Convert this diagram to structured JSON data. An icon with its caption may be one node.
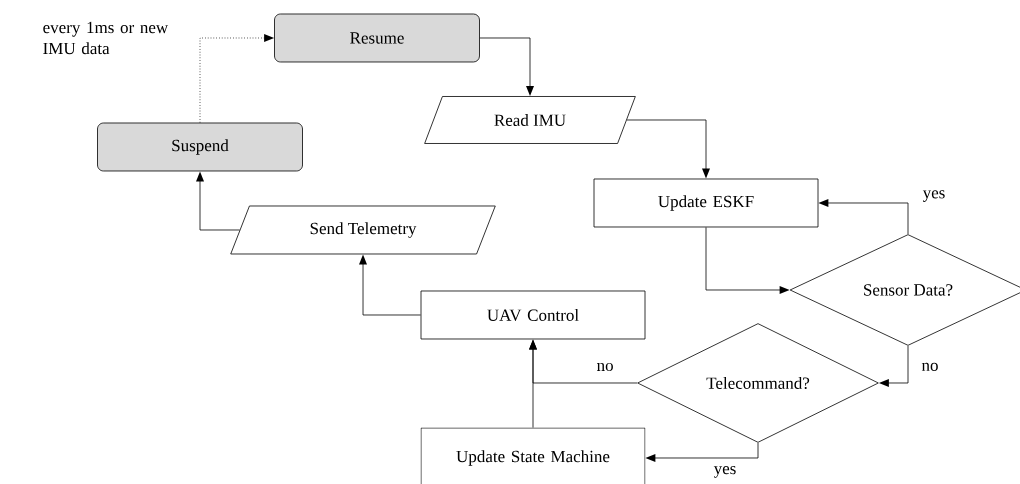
{
  "diagram": {
    "nodes": [
      {
        "text": [
          "Resume"
        ]
      },
      {
        "text": [
          "Read IMU"
        ]
      },
      {
        "text": [
          "Suspend"
        ]
      },
      {
        "text": [
          "Send Telemetry"
        ]
      },
      {
        "text": [
          "Update ESKF"
        ]
      },
      {
        "text": [
          "Sensor Data?"
        ]
      },
      {
        "text": [
          "UAV Control"
        ]
      },
      {
        "text": [
          "Telecommand?"
        ]
      },
      {
        "text": [
          "Update State Machine"
        ]
      }
    ],
    "edges": [
      {
        "from": 2,
        "to": 0,
        "arrow": "to",
        "style": "dashed",
        "label": "every 1ms or new IMU data"
      },
      {
        "from": 0,
        "to": 1,
        "arrow": "to"
      },
      {
        "from": 1,
        "to": 4,
        "arrow": "to"
      },
      {
        "from": 4,
        "to": 5,
        "arrow": "to"
      },
      {
        "from": 5,
        "to": 4,
        "arrow": "to",
        "label": "yes"
      },
      {
        "from": 5,
        "to": 7,
        "arrow": "to",
        "label": "no"
      },
      {
        "from": 7,
        "to": 8,
        "arrow": "to",
        "label": "yes"
      },
      {
        "from": 7,
        "to": 6,
        "arrow": "to",
        "label": "no"
      },
      {
        "from": 8,
        "to": 6,
        "arrow": "to"
      },
      {
        "from": 6,
        "to": 3,
        "arrow": "to"
      },
      {
        "from": 3,
        "to": 2,
        "arrow": "to"
      }
    ]
  }
}
